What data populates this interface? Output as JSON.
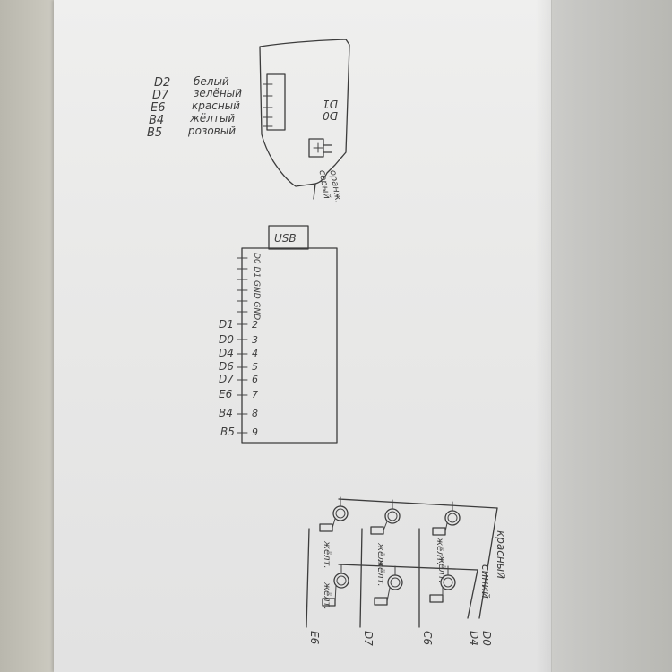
{
  "top_legend": [
    {
      "pin": "D2",
      "color": "белый"
    },
    {
      "pin": "D7",
      "color": "зелёный"
    },
    {
      "pin": "E6",
      "color": "красный"
    },
    {
      "pin": "B4",
      "color": "жёлтый"
    },
    {
      "pin": "B5",
      "color": "розовый"
    }
  ],
  "top_device": {
    "pins": [
      "D0",
      "D1"
    ],
    "wires": [
      "оранж.",
      "серый"
    ]
  },
  "usb_board": {
    "usb_label": "USB",
    "header_text": "D0 D1 GND GND",
    "pins": [
      {
        "name": "D1",
        "num": "2"
      },
      {
        "name": "D0",
        "num": "3"
      },
      {
        "name": "D4",
        "num": "4"
      },
      {
        "name": "D6",
        "num": "5"
      },
      {
        "name": "D7",
        "num": "6"
      },
      {
        "name": "E6",
        "num": "7"
      },
      {
        "name": "B4",
        "num": "8"
      },
      {
        "name": "B5",
        "num": "9"
      }
    ]
  },
  "matrix": {
    "column_labels": [
      "E6",
      "D7",
      "C6"
    ],
    "row_labels": [
      "D0",
      "D4"
    ],
    "row_wire_labels": [
      "красный",
      "синий"
    ],
    "key_labels": [
      "жёлт.",
      "жёлт.",
      "жёлт.",
      "жёлт.",
      "жёлт.",
      "жёлт."
    ]
  }
}
